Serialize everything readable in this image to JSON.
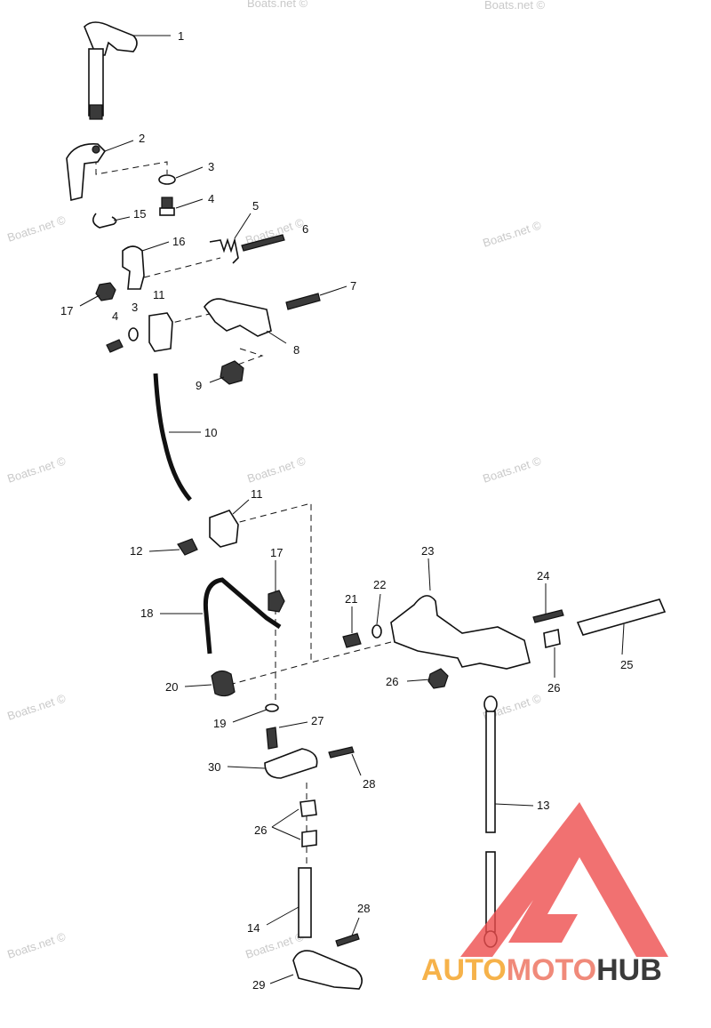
{
  "callouts": {
    "c1": "1",
    "c2": "2",
    "c3a": "3",
    "c4a": "4",
    "c5": "5",
    "c6": "6",
    "c15": "15",
    "c16": "16",
    "c7": "7",
    "c17a": "17",
    "c4b": "4",
    "c3b": "3",
    "c11a": "11",
    "c8": "8",
    "c9": "9",
    "c10": "10",
    "c11b": "11",
    "c12": "12",
    "c17b": "17",
    "c18": "18",
    "c21": "21",
    "c22": "22",
    "c23": "23",
    "c24": "24",
    "c25": "25",
    "c26a": "26",
    "c26b": "26",
    "c20": "20",
    "c19": "19",
    "c27": "27",
    "c30": "30",
    "c28a": "28",
    "c13": "13",
    "c26c": "26",
    "c14": "14",
    "c28b": "28",
    "c29": "29"
  },
  "watermarks": {
    "w1": "Boats.net ©",
    "w2": "Boats.net ©",
    "w3": "Boats.net ©",
    "w4": "Boats.net ©",
    "w5": "Boats.net ©",
    "w6": "Boats.net ©",
    "w7": "Boats.net ©",
    "w8": "Boats.net ©",
    "w9": "Boats.net ©",
    "w10": "Boats.net ©",
    "w11": "Boats.net ©",
    "w12": "Boats.net ©"
  },
  "logo": {
    "part1": "AUTO",
    "part2": "MOTO",
    "part3": "HUB",
    "colors": {
      "auto": "#f6b24a",
      "moto": "#f08a7a",
      "hub": "#3a3a3a",
      "triangle": "#ee4d4d"
    }
  }
}
